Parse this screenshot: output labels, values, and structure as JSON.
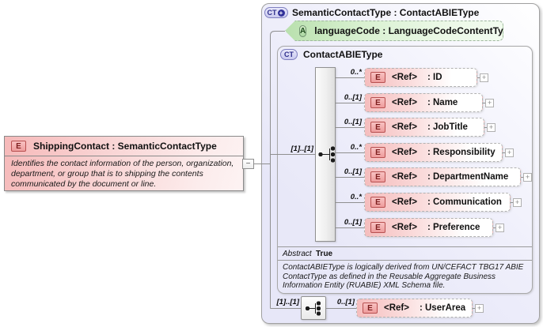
{
  "expand_glyph": "+",
  "collapse_glyph": "−",
  "shipping_contact": {
    "badge": "E",
    "title": "ShippingContact : SemanticContactType",
    "description": "Identifies the contact information of the person, organization, department, or group that is to shipping the contents communicated by the document or line."
  },
  "semantic_contact_type": {
    "badge": "CT",
    "title": "SemanticContactType : ContactABIEType",
    "language_code_attribute": {
      "badge": "A",
      "label": "languageCode : LanguageCodeContentType"
    },
    "contact_abie_type": {
      "badge": "CT",
      "title": "ContactABIEType",
      "sequence_cardinality": "[1]..[1]",
      "elements": [
        {
          "badge": "E",
          "ref": "<Ref>",
          "name": ": ID",
          "cardinality": "0..*"
        },
        {
          "badge": "E",
          "ref": "<Ref>",
          "name": ": Name",
          "cardinality": "0..[1]"
        },
        {
          "badge": "E",
          "ref": "<Ref>",
          "name": ": JobTitle",
          "cardinality": "0..[1]"
        },
        {
          "badge": "E",
          "ref": "<Ref>",
          "name": ": Responsibility",
          "cardinality": "0..*"
        },
        {
          "badge": "E",
          "ref": "<Ref>",
          "name": ": DepartmentName",
          "cardinality": "0..[1]"
        },
        {
          "badge": "E",
          "ref": "<Ref>",
          "name": ": Communication",
          "cardinality": "0..*"
        },
        {
          "badge": "E",
          "ref": "<Ref>",
          "name": ": Preference",
          "cardinality": "0..[1]"
        }
      ],
      "abstract_label": "Abstract",
      "abstract_value": "True",
      "documentation": "ContactABIEType is logically derived from UN/CEFACT TBG17 ABIE ContactType as defined in the Reusable Aggregate Business Information Entity (RUABIE) XML Schema file."
    },
    "user_area": {
      "sequence_cardinality": "[1]..[1]",
      "cardinality": "0..[1]",
      "badge": "E",
      "ref": "<Ref>",
      "name": ": UserArea"
    }
  },
  "colors": {
    "element_pink": "#f5bdbd",
    "attribute_green": "#b9e0ae",
    "container_lavender": "#e7e7f8",
    "badge_red_border": "#b85050",
    "ct_navy": "#32329a"
  }
}
